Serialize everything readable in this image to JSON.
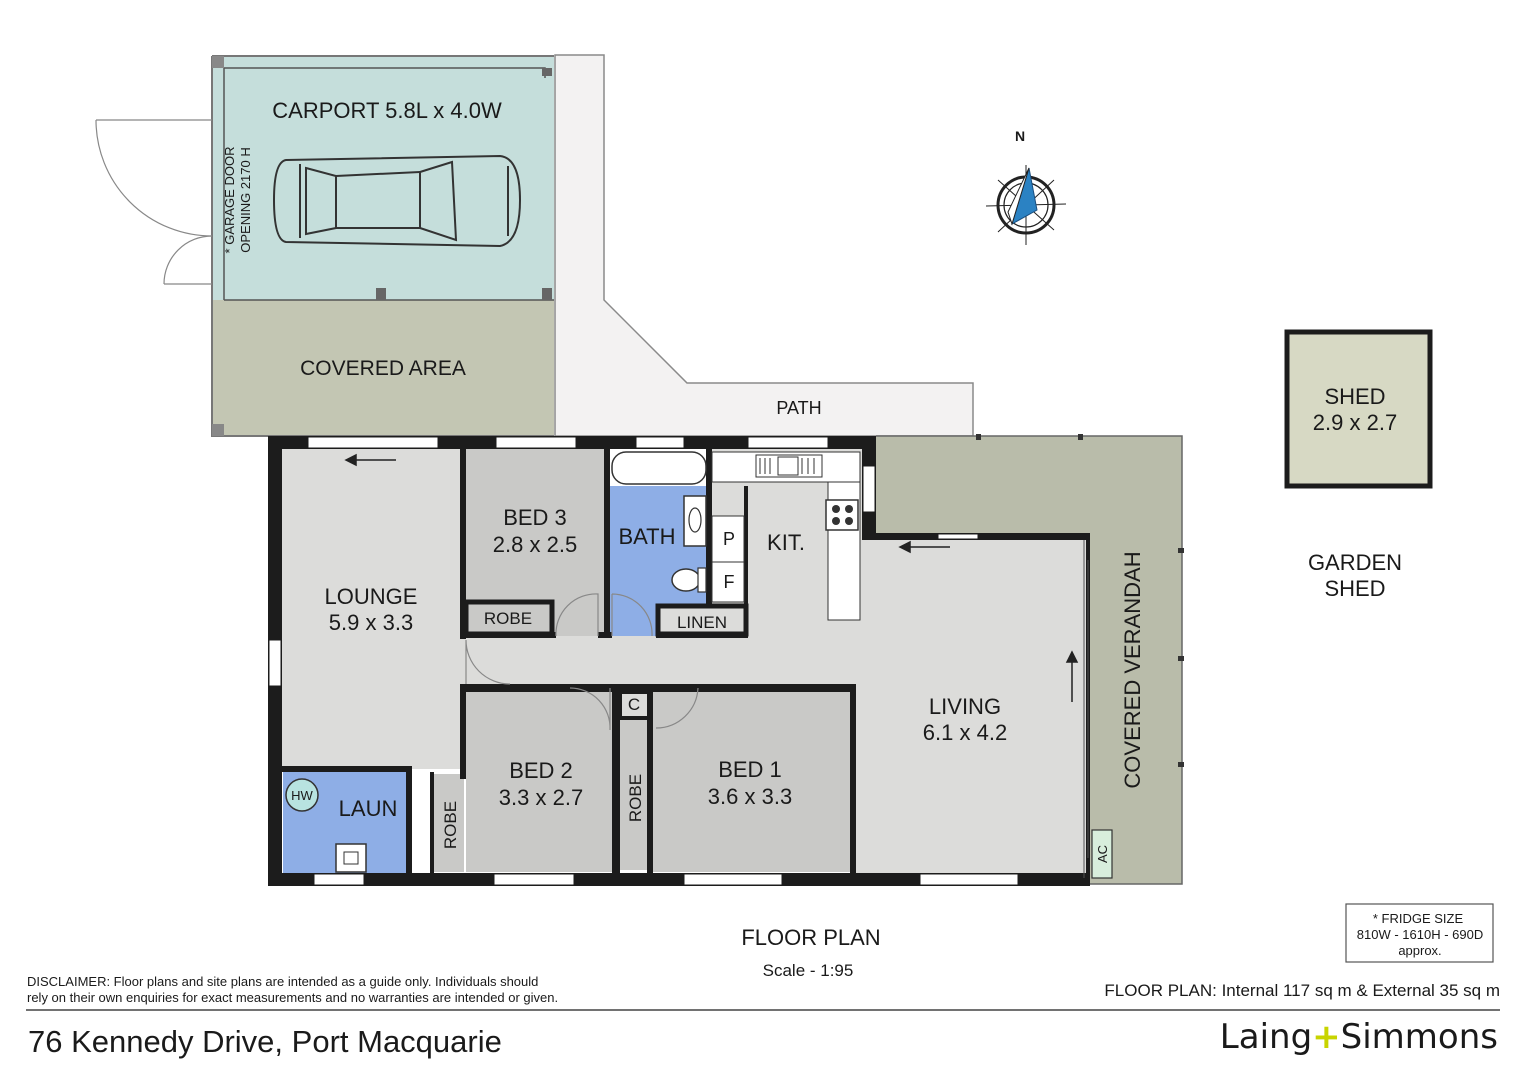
{
  "rooms": {
    "carport": "CARPORT  5.8L x 4.0W",
    "garage_door": [
      "* GARAGE DOOR",
      "OPENING 2170 H"
    ],
    "covered_area": "COVERED  AREA",
    "path": "PATH",
    "lounge": [
      "LOUNGE",
      "5.9 x 3.3"
    ],
    "bed3": [
      "BED 3",
      "2.8 x 2.5"
    ],
    "bath": "BATH",
    "kitchen": "KIT.",
    "pantry": "P",
    "fridge": "F",
    "linen": "LINEN",
    "robe": "ROBE",
    "laundry": "LAUN",
    "hot_water": "HW",
    "bed2": [
      "BED 2",
      "3.3 x 2.7"
    ],
    "cupboard": "C",
    "bed1": [
      "BED 1",
      "3.6 x 3.3"
    ],
    "living": [
      "LIVING",
      "6.1 x 4.2"
    ],
    "covered_verandah": "COVERED  VERANDAH",
    "air_con": "AC",
    "shed": [
      "SHED",
      "2.9 x 2.7"
    ],
    "garden_shed": [
      "GARDEN",
      "SHED"
    ]
  },
  "compass_label": "N",
  "fridge_note": [
    "*  FRIDGE SIZE",
    "810W - 1610H - 690D",
    "approx."
  ],
  "title": "FLOOR PLAN",
  "scale": "Scale - 1:95",
  "disclaimer": [
    "DISCLAIMER: Floor plans and site plans are intended as a guide only. Individuals should",
    "rely on their own enquiries for exact measurements and no warranties are intended or given."
  ],
  "area_summary": "FLOOR PLAN: Internal 117 sq m & External 35 sq m",
  "address": "76 Kennedy Drive, Port Macquarie",
  "brand": {
    "name_left": "Laing",
    "plus": "+",
    "name_right": "Simmons"
  },
  "colors": {
    "carport": "#c5dedb",
    "covered": "#c3c6b3",
    "path": "#f3f2f2",
    "room": "#dcdcda",
    "bedroom": "#c9c9c7",
    "wet": "#8eaee6",
    "verandah": "#b9bcaa",
    "shed": "#d7d9c4",
    "wall": "#1c1c1c",
    "accent": "#c8d400"
  }
}
